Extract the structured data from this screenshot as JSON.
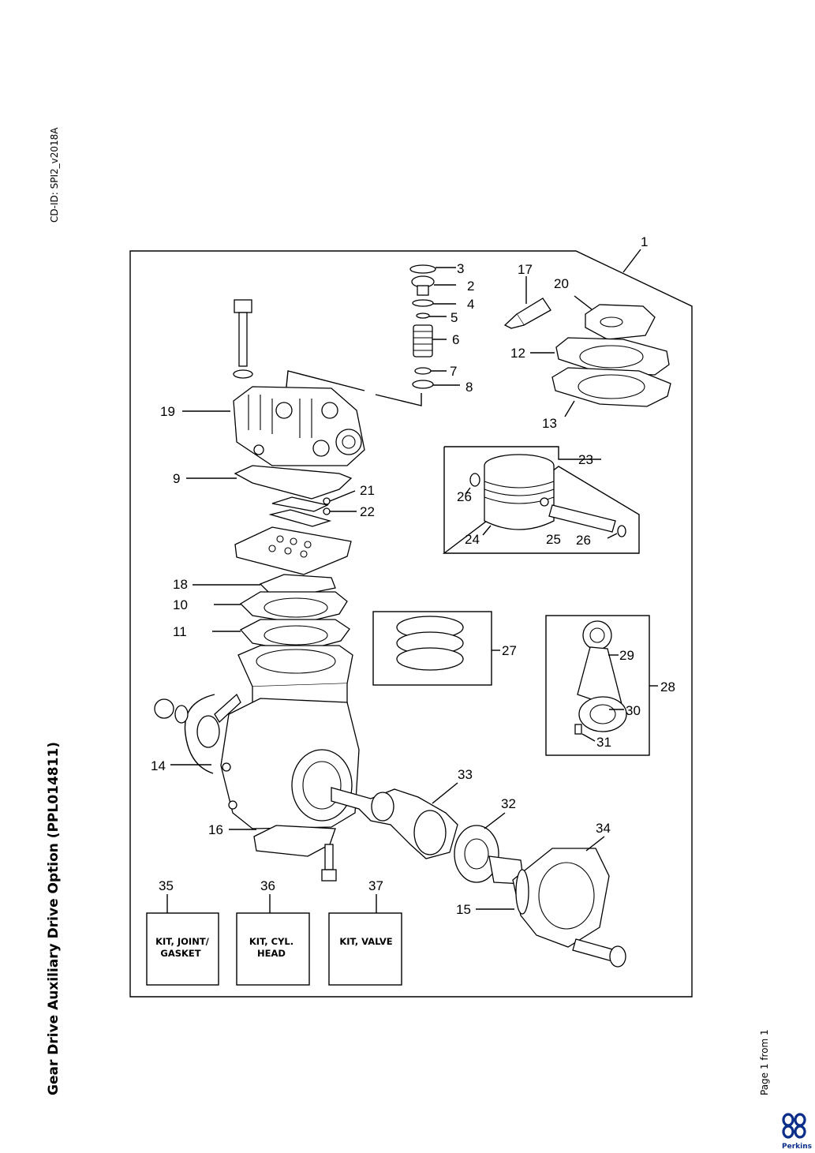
{
  "header": {
    "cd_id": "CD-ID: SPI2_v2018A"
  },
  "title": "Gear Drive Auxiliary Drive Option (PPL014811)",
  "footer": {
    "page": "Page 1 from 1",
    "brand": "Perkins"
  },
  "callouts": [
    "1",
    "2",
    "3",
    "4",
    "5",
    "6",
    "7",
    "8",
    "9",
    "10",
    "11",
    "12",
    "13",
    "14",
    "15",
    "16",
    "17",
    "18",
    "19",
    "20",
    "21",
    "22",
    "23",
    "24",
    "25",
    "26",
    "26",
    "27",
    "28",
    "29",
    "30",
    "31",
    "32",
    "33",
    "34",
    "35",
    "36",
    "37"
  ],
  "kits": {
    "k35": {
      "number": "35",
      "line1": "KIT, JOINT/",
      "line2": "GASKET"
    },
    "k36": {
      "number": "36",
      "line1": "KIT, CYL.",
      "line2": "HEAD"
    },
    "k37": {
      "number": "37",
      "line1": "KIT, VALVE"
    }
  }
}
